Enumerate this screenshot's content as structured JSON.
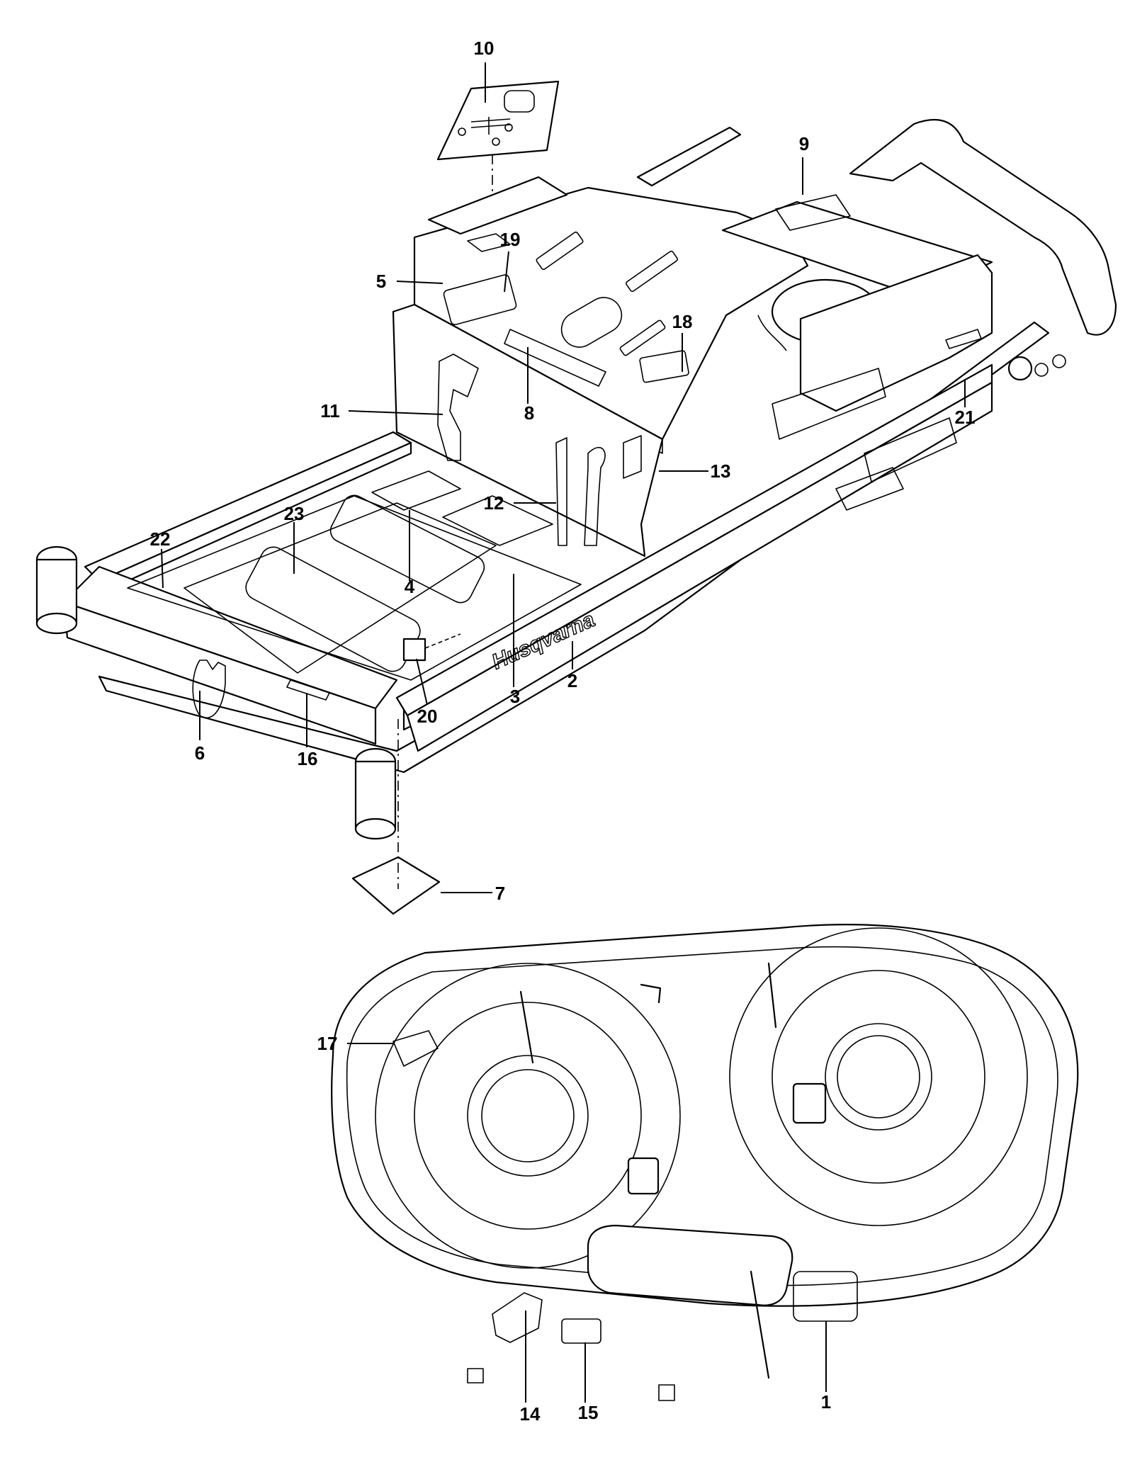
{
  "brand": {
    "logo_text": "Husqvarna"
  },
  "callouts": [
    {
      "id": "c10",
      "label": "10"
    },
    {
      "id": "c9",
      "label": "9"
    },
    {
      "id": "c19",
      "label": "19"
    },
    {
      "id": "c5",
      "label": "5"
    },
    {
      "id": "c18",
      "label": "18"
    },
    {
      "id": "c8",
      "label": "8"
    },
    {
      "id": "c11",
      "label": "11"
    },
    {
      "id": "c21",
      "label": "21"
    },
    {
      "id": "c13",
      "label": "13"
    },
    {
      "id": "c12",
      "label": "12"
    },
    {
      "id": "c22",
      "label": "22"
    },
    {
      "id": "c23",
      "label": "23"
    },
    {
      "id": "c4",
      "label": "4"
    },
    {
      "id": "c2",
      "label": "2"
    },
    {
      "id": "c3",
      "label": "3"
    },
    {
      "id": "c20",
      "label": "20"
    },
    {
      "id": "c6",
      "label": "6"
    },
    {
      "id": "c16",
      "label": "16"
    },
    {
      "id": "c7",
      "label": "7"
    },
    {
      "id": "c17",
      "label": "17"
    },
    {
      "id": "c14",
      "label": "14"
    },
    {
      "id": "c15",
      "label": "15"
    },
    {
      "id": "c1",
      "label": "1"
    }
  ]
}
